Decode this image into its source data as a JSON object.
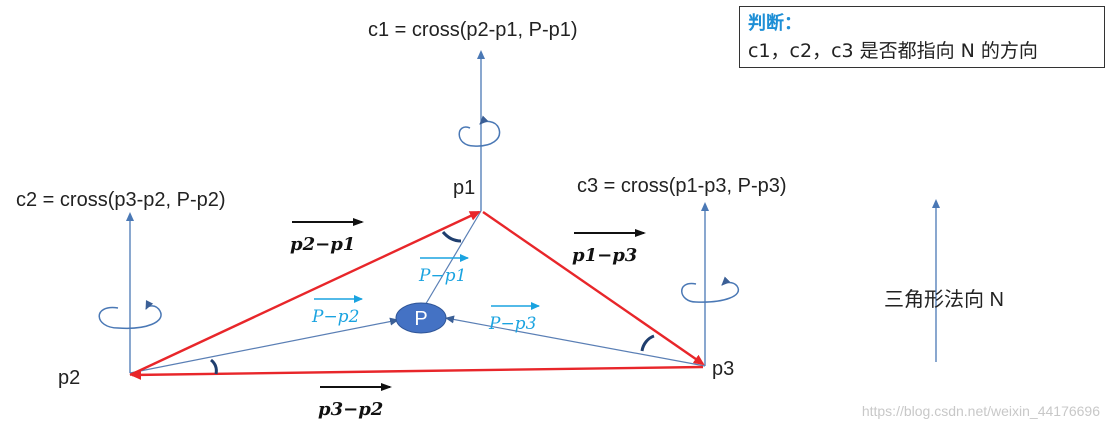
{
  "note": {
    "title": "判断：",
    "text": "c1，c2，c3 是否都指向 N 的方向"
  },
  "labels": {
    "c1": "c1 = cross(p2-p1, P-p1)",
    "c2": "c2 = cross(p3-p2, P-p2)",
    "c3": "c3 = cross(p1-p3, P-p3)",
    "normal": "三角形法向 N",
    "p1": "p1",
    "p2": "p2",
    "p3": "p3",
    "P": "P"
  },
  "edge_vectors": {
    "e21": "p2−p1",
    "e13": "p1−p3",
    "e32": "p3−p2"
  },
  "point_vectors": {
    "v1": "P−p1",
    "v2": "P−p2",
    "v3": "P−p3"
  },
  "watermark": "https://blog.csdn.net/weixin_44176696",
  "colors": {
    "triangle_edge": "#e8262a",
    "axis_line": "#4a78b5",
    "point_fill": "#4472c4",
    "blue_text": "#1aa3e0",
    "angle_mark": "#1f3e6e"
  }
}
